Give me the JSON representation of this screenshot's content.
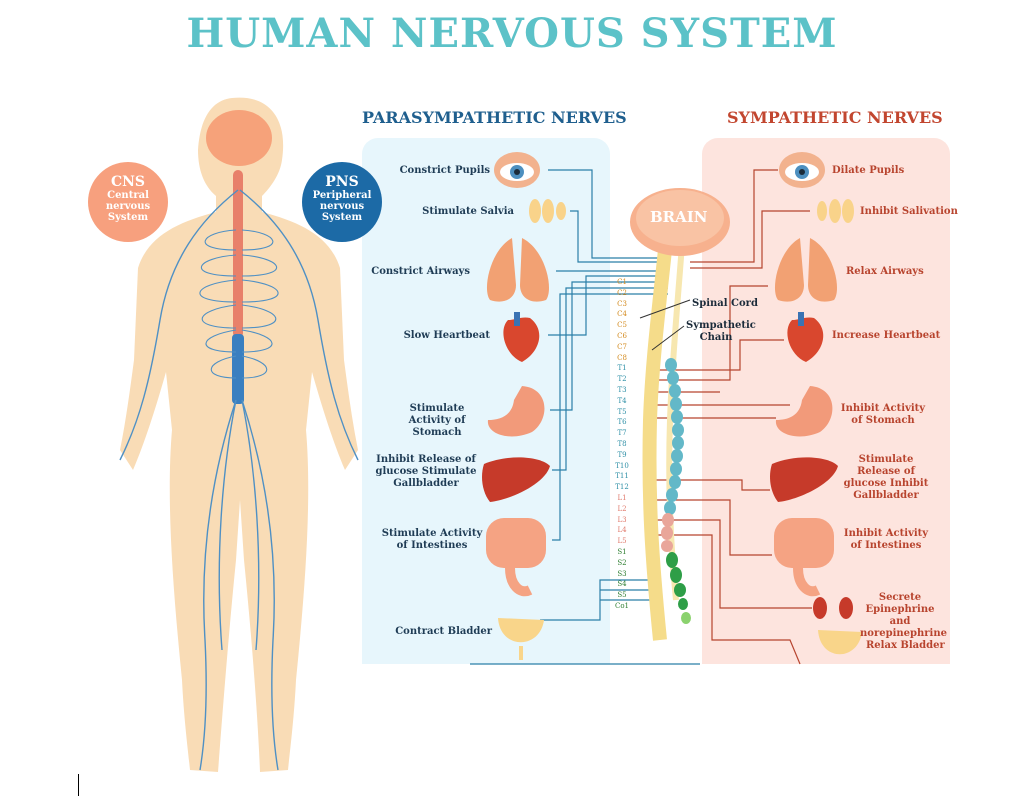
{
  "title": "HUMAN NERVOUS SYSTEM",
  "parasympathetic": {
    "heading": "PARASYMPATHETIC NERVES",
    "items": [
      "Constrict Pupils",
      "Stimulate Salvia",
      "Constrict Airways",
      "Slow Heartbeat",
      "Stimulate Activity of Stomach",
      "Inhibit Release of glucose Stimulate Gallbladder",
      "Stimulate Activity of Intestines",
      "Contract Bladder"
    ]
  },
  "sympathetic": {
    "heading": "SYMPATHETIC NERVES",
    "items": [
      "Dilate Pupils",
      "Inhibit Salivation",
      "Relax Airways",
      "Increase Heartbeat",
      "Inhibit Activity of Stomach",
      "Stimulate Release of glucose Inhibit Gallbladder",
      "Inhibit Activity of Intestines",
      "Secrete Epinephrine and norepinephrine",
      "Relax Bladder"
    ]
  },
  "cns": {
    "abbr": "CNS",
    "full": "Central nervous System"
  },
  "pns": {
    "abbr": "PNS",
    "full": "Peripheral nervous System"
  },
  "brain": "BRAIN",
  "spinal_cord": "Spinal Cord",
  "sympathetic_chain": "Sympathetic Chain",
  "vertebrae": {
    "cervical": [
      "C1",
      "C2",
      "C3",
      "C4",
      "C5",
      "C6",
      "C7",
      "C8"
    ],
    "thoracic": [
      "T1",
      "T2",
      "T3",
      "T4",
      "T5",
      "T6",
      "T7",
      "T8",
      "T9",
      "T10",
      "T11",
      "T12"
    ],
    "lumbar": [
      "L1",
      "L2",
      "L3",
      "L4",
      "L5"
    ],
    "sacral": [
      "S1",
      "S2",
      "S3",
      "S4",
      "S5",
      "Co1"
    ]
  },
  "colors": {
    "title": "#5cc2c8",
    "para": "#1f5f8e",
    "symp": "#c2462f",
    "para_bg": "#e7f6fc",
    "symp_bg": "#fde4de"
  }
}
